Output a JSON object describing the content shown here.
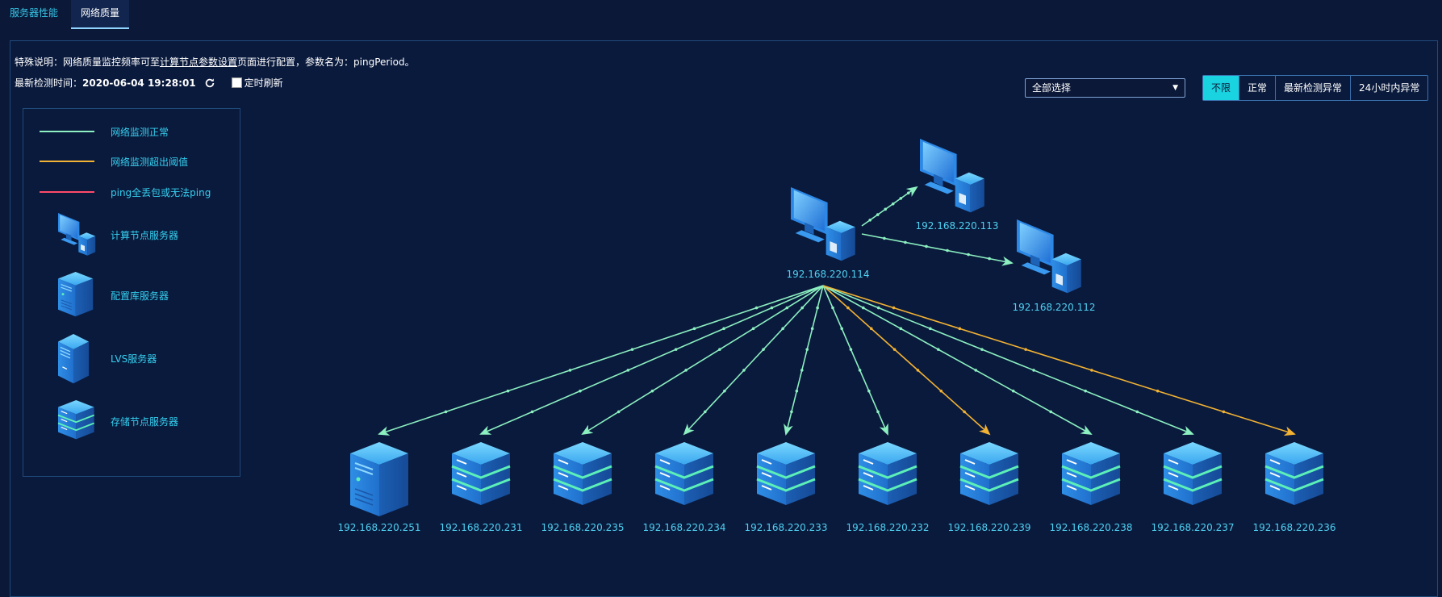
{
  "tabs": [
    {
      "label": "服务器性能",
      "active": false
    },
    {
      "label": "网络质量",
      "active": true
    }
  ],
  "note": {
    "prefix": "特殊说明：网络质量监控频率可至",
    "link": "计算节点参数设置",
    "suffix": "页面进行配置，参数名为：pingPeriod。"
  },
  "last_check": {
    "label": "最新检测时间：",
    "value": "2020-06-04 19:28:01"
  },
  "auto_refresh": {
    "label": "定时刷新",
    "checked": false
  },
  "select": {
    "value": "全部选择"
  },
  "filters": [
    {
      "label": "不限",
      "active": true
    },
    {
      "label": "正常",
      "active": false
    },
    {
      "label": "最新检测异常",
      "active": false
    },
    {
      "label": "24小时内异常",
      "active": false
    }
  ],
  "legend": {
    "normal": {
      "label": "网络监测正常",
      "color": "#8cf0c0"
    },
    "over": {
      "label": "网络监测超出阈值",
      "color": "#f2b233"
    },
    "fail": {
      "label": "ping全丢包或无法ping",
      "color": "#ff4a6a"
    },
    "compute": {
      "label": "计算节点服务器"
    },
    "config": {
      "label": "配置库服务器"
    },
    "lvs": {
      "label": "LVS服务器"
    },
    "storage": {
      "label": "存储节点服务器"
    }
  },
  "topology": {
    "center": {
      "ip": "192.168.220.114",
      "type": "compute"
    },
    "peers": [
      {
        "ip": "192.168.220.113",
        "type": "compute",
        "status": "normal"
      },
      {
        "ip": "192.168.220.112",
        "type": "compute",
        "status": "normal"
      }
    ],
    "nodes": [
      {
        "ip": "192.168.220.251",
        "type": "config",
        "status": "normal"
      },
      {
        "ip": "192.168.220.231",
        "type": "storage",
        "status": "normal"
      },
      {
        "ip": "192.168.220.235",
        "type": "storage",
        "status": "normal"
      },
      {
        "ip": "192.168.220.234",
        "type": "storage",
        "status": "normal"
      },
      {
        "ip": "192.168.220.233",
        "type": "storage",
        "status": "normal"
      },
      {
        "ip": "192.168.220.232",
        "type": "storage",
        "status": "normal"
      },
      {
        "ip": "192.168.220.239",
        "type": "storage",
        "status": "over"
      },
      {
        "ip": "192.168.220.238",
        "type": "storage",
        "status": "normal"
      },
      {
        "ip": "192.168.220.237",
        "type": "storage",
        "status": "normal"
      },
      {
        "ip": "192.168.220.236",
        "type": "storage",
        "status": "over"
      }
    ]
  }
}
